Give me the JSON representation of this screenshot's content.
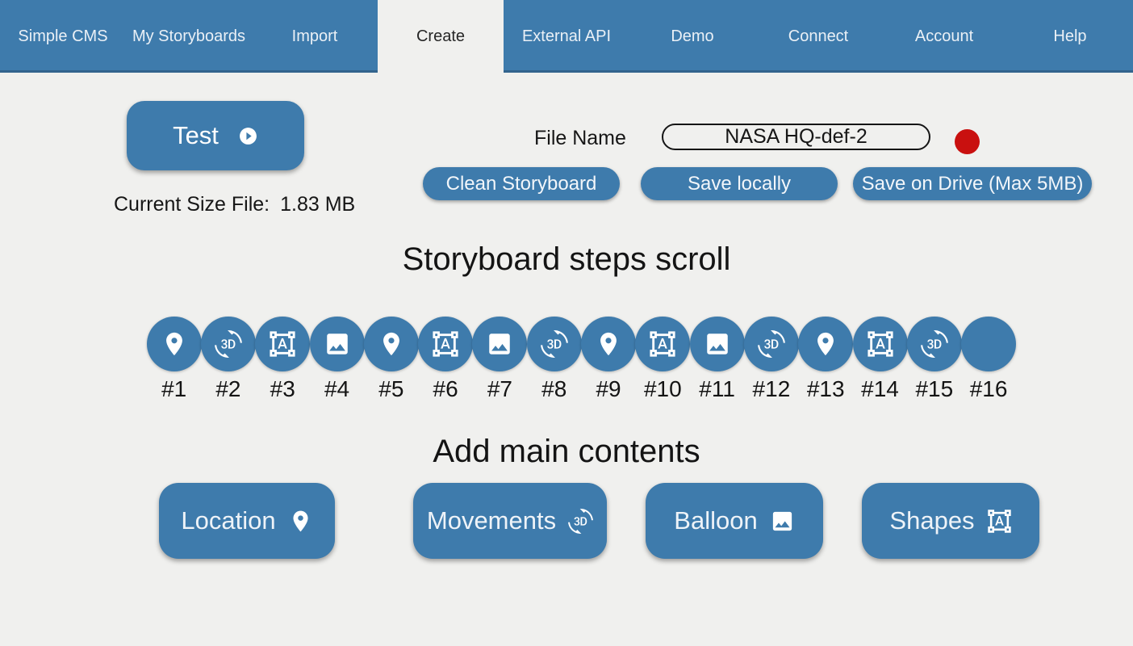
{
  "app": {
    "accent_color": "#3e7bac",
    "background_color": "#f0f0ee"
  },
  "nav": {
    "items": [
      "Simple CMS",
      "My Storyboards",
      "Import",
      "Create",
      "External API",
      "Demo",
      "Connect",
      "Account",
      "Help"
    ],
    "active": "Create"
  },
  "toolbar": {
    "test_button": {
      "label": "Test",
      "icon": "icon-play-circle"
    },
    "current_size_label": "Current Size File:",
    "current_size_value": "1.83 MB",
    "file_name_label": "File Name",
    "file_name_value": "NASA HQ-def-2",
    "status_dot_color": "#c9100f",
    "actions": [
      "Clean Storyboard",
      "Save locally",
      "Save on Drive (Max 5MB)"
    ]
  },
  "steps_section": {
    "title": "Storyboard steps scroll",
    "steps": [
      {
        "label": "#1",
        "icon": "icon-place"
      },
      {
        "label": "#2",
        "icon": "icon-3d-rotation"
      },
      {
        "label": "#3",
        "icon": "icon-format-shapes"
      },
      {
        "label": "#4",
        "icon": "icon-image"
      },
      {
        "label": "#5",
        "icon": "icon-place"
      },
      {
        "label": "#6",
        "icon": "icon-format-shapes"
      },
      {
        "label": "#7",
        "icon": "icon-image"
      },
      {
        "label": "#8",
        "icon": "icon-3d-rotation"
      },
      {
        "label": "#9",
        "icon": "icon-place"
      },
      {
        "label": "#10",
        "icon": "icon-format-shapes"
      },
      {
        "label": "#11",
        "icon": "icon-image"
      },
      {
        "label": "#12",
        "icon": "icon-3d-rotation"
      },
      {
        "label": "#13",
        "icon": "icon-place"
      },
      {
        "label": "#14",
        "icon": "icon-format-shapes"
      },
      {
        "label": "#15",
        "icon": "icon-3d-rotation"
      },
      {
        "label": "#16",
        "icon": ""
      }
    ]
  },
  "contents_section": {
    "title": "Add main contents",
    "buttons": [
      {
        "label": "Location",
        "icon": "icon-place"
      },
      {
        "label": "Movements",
        "icon": "icon-3d-rotation"
      },
      {
        "label": "Balloon",
        "icon": "icon-image"
      },
      {
        "label": "Shapes",
        "icon": "icon-format-shapes"
      }
    ]
  }
}
